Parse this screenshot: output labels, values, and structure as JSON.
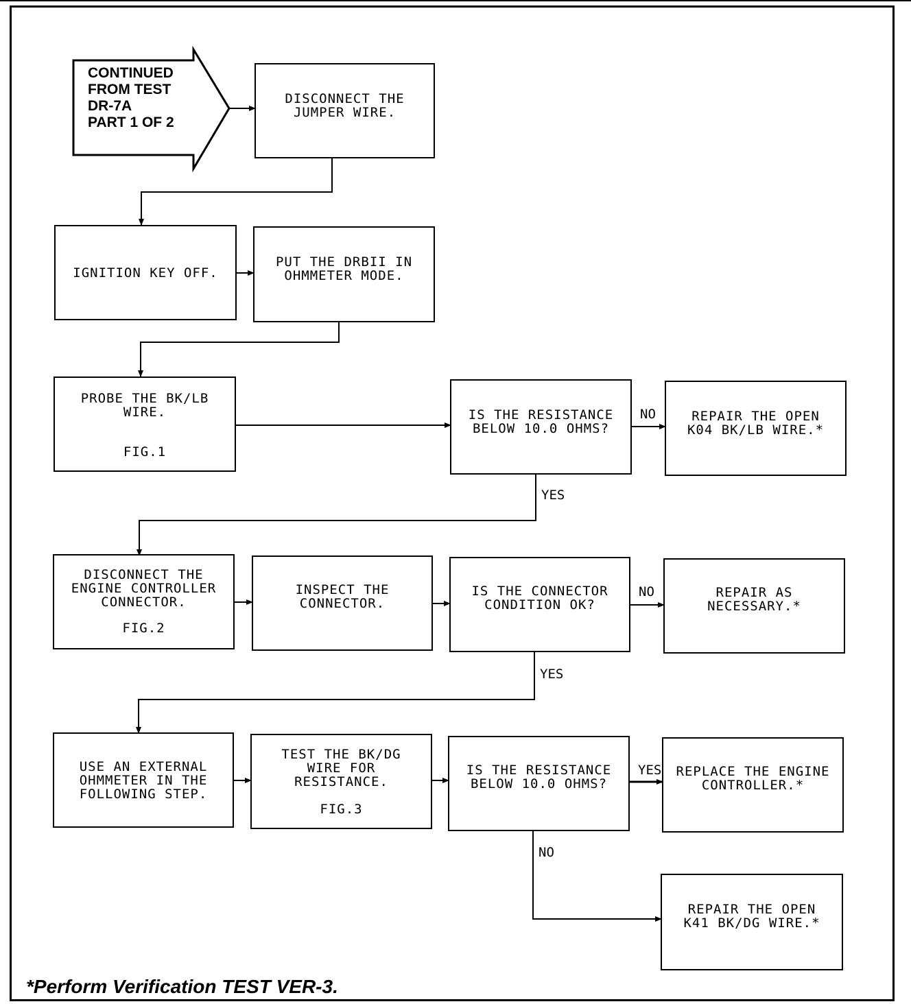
{
  "start": {
    "lines": [
      "CONTINUED",
      "FROM TEST",
      "DR-7A",
      "PART 1 OF 2"
    ]
  },
  "nodes": {
    "disconnect_jumper": [
      "DISCONNECT THE",
      "JUMPER WIRE."
    ],
    "ignition_off": [
      "IGNITION KEY OFF."
    ],
    "put_drbii": [
      "PUT THE DRBII IN",
      "OHMMETER MODE."
    ],
    "probe_bk_lb": {
      "lines": [
        "PROBE THE BK/LB",
        "WIRE."
      ],
      "fig": "FIG.1"
    },
    "resistance_q1": [
      "IS THE RESISTANCE",
      "BELOW 10.0 OHMS?"
    ],
    "repair_k04": [
      "REPAIR THE OPEN",
      "K04 BK/LB WIRE.*"
    ],
    "disconnect_engine": {
      "lines": [
        "DISCONNECT THE",
        "ENGINE CONTROLLER",
        "CONNECTOR."
      ],
      "fig": "FIG.2"
    },
    "inspect_connector": [
      "INSPECT THE",
      "CONNECTOR."
    ],
    "connector_q": [
      "IS THE CONNECTOR",
      "CONDITION OK?"
    ],
    "repair_as_necessary": [
      "REPAIR AS",
      "NECESSARY.*"
    ],
    "use_external": [
      "USE AN EXTERNAL",
      "OHMMETER IN THE",
      "FOLLOWING STEP."
    ],
    "test_bk_dg": {
      "lines": [
        "TEST THE BK/DG",
        "WIRE FOR",
        "RESISTANCE."
      ],
      "fig": "FIG.3"
    },
    "resistance_q2": [
      "IS THE RESISTANCE",
      "BELOW 10.0 OHMS?"
    ],
    "replace_controller": [
      "REPLACE THE ENGINE",
      "CONTROLLER.*"
    ],
    "repair_k41": [
      "REPAIR THE OPEN",
      "K41 BK/DG WIRE.*"
    ]
  },
  "labels": {
    "no1": "NO",
    "yes1": "YES",
    "no2": "NO",
    "yes2": "YES",
    "yes3": "YES",
    "no3": "NO"
  },
  "footnote": "*Perform Verification TEST VER-3."
}
